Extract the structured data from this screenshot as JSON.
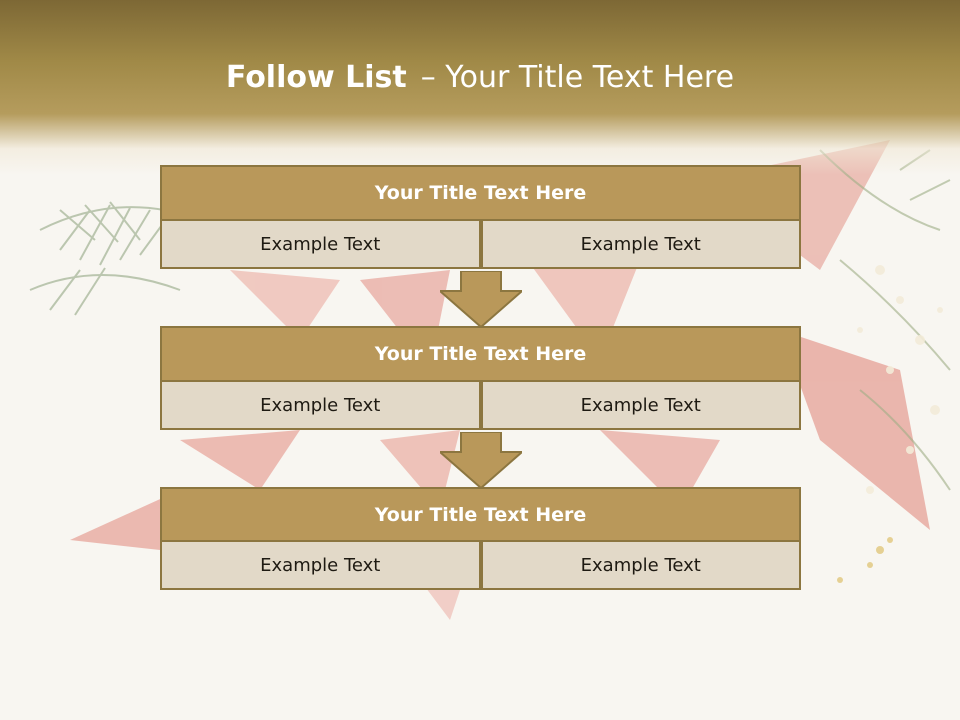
{
  "slide": {
    "title_bold": "Follow List",
    "title_rest": "– Your Title Text Here"
  },
  "blocks": [
    {
      "title": "Your Title Text Here",
      "left": "Example Text",
      "right": "Example Text"
    },
    {
      "title": "Your Title Text Here",
      "left": "Example Text",
      "right": "Example Text"
    },
    {
      "title": "Your Title Text Here",
      "left": "Example Text",
      "right": "Example Text"
    }
  ],
  "colors": {
    "band_dark": "#7d6835",
    "band_gold": "#b59c5d",
    "header_fill": "#b9985a",
    "cell_fill": "#e2d9c8",
    "border": "#8c7640",
    "arrow_fill": "#b9985a"
  },
  "icons": [
    "down-arrow-icon",
    "down-arrow-icon"
  ]
}
